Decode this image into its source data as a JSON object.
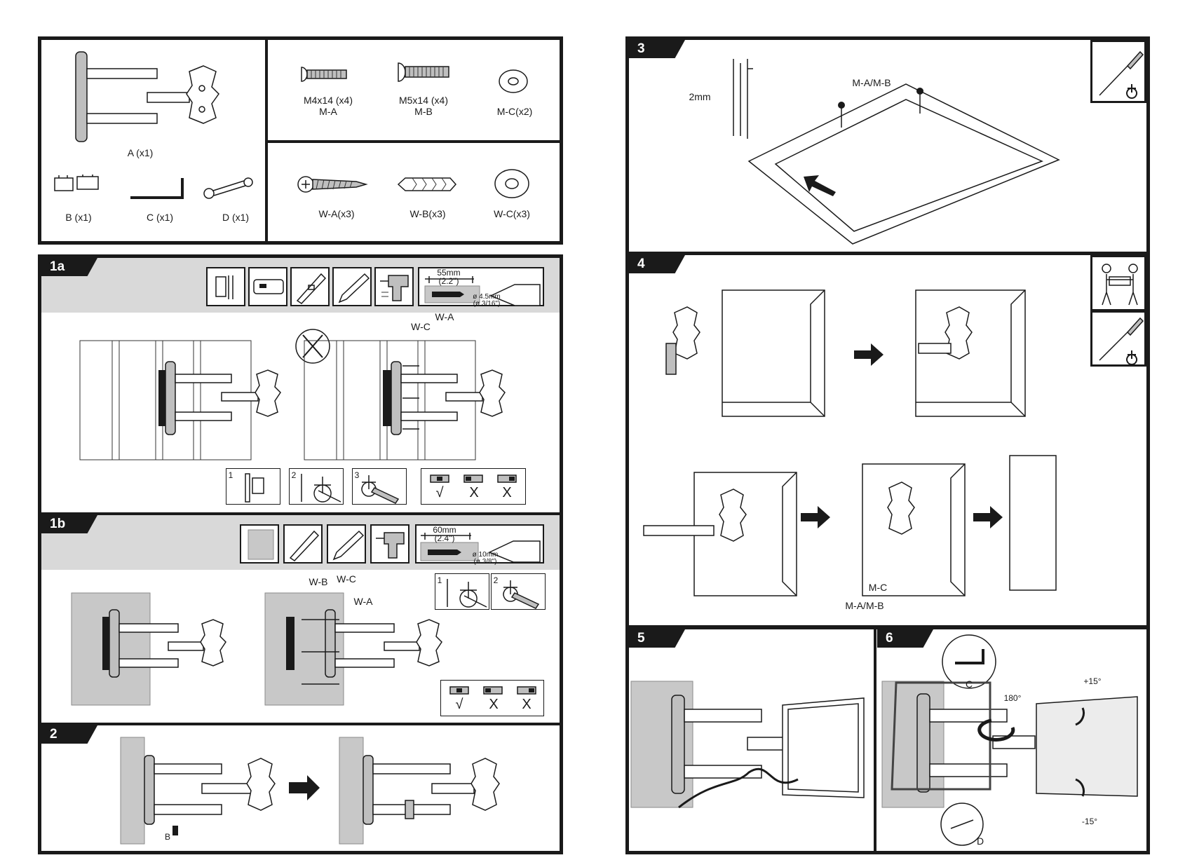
{
  "parts_top": {
    "a": "A (x1)",
    "b": "B (x1)",
    "c": "C (x1)",
    "d": "D (x1)",
    "ma": "M4x14 (x4)",
    "ma_code": "M-A",
    "mb": "M5x14 (x4)",
    "mb_code": "M-B",
    "mc": "M-C(x2)",
    "wa": "W-A(x3)",
    "wb": "W-B(x3)",
    "wc": "W-C(x3)"
  },
  "step_1a": {
    "tag": "1a",
    "drill_depth": "55mm",
    "drill_depth_in": "(2.2\")",
    "drill_dia": "ø 4.5mm",
    "drill_dia_in": "(ø 3/16\")",
    "label_wc": "W-C",
    "label_wa": "W-A",
    "sub1": "1",
    "sub2": "2",
    "sub3": "3",
    "ok": "√",
    "bad1": "X",
    "bad2": "X"
  },
  "step_1b": {
    "tag": "1b",
    "drill_depth": "60mm",
    "drill_depth_in": "(2.4\")",
    "drill_dia": "ø 10mm",
    "drill_dia_in": "(ø 3/8\")",
    "label_wb": "W-B",
    "label_wc": "W-C",
    "label_wa": "W-A",
    "sub1": "1",
    "sub2": "2",
    "ok": "√",
    "bad1": "X",
    "bad2": "X"
  },
  "step_2": {
    "tag": "2",
    "label_b": "B"
  },
  "step_3": {
    "tag": "3",
    "gap": "2mm",
    "screw": "M-A/M-B"
  },
  "step_4": {
    "tag": "4",
    "mc": "M-C",
    "screw": "M-A/M-B"
  },
  "step_5": {
    "tag": "5"
  },
  "step_6": {
    "tag": "6",
    "c": "C",
    "d": "D",
    "rot": "180°",
    "tilt_up": "+15°",
    "tilt_down": "-15°"
  },
  "icons": [
    "screwdriver-icon",
    "two-person-lift-icon",
    "drill-icon",
    "level-icon",
    "pencil-icon",
    "stud-finder-icon"
  ]
}
